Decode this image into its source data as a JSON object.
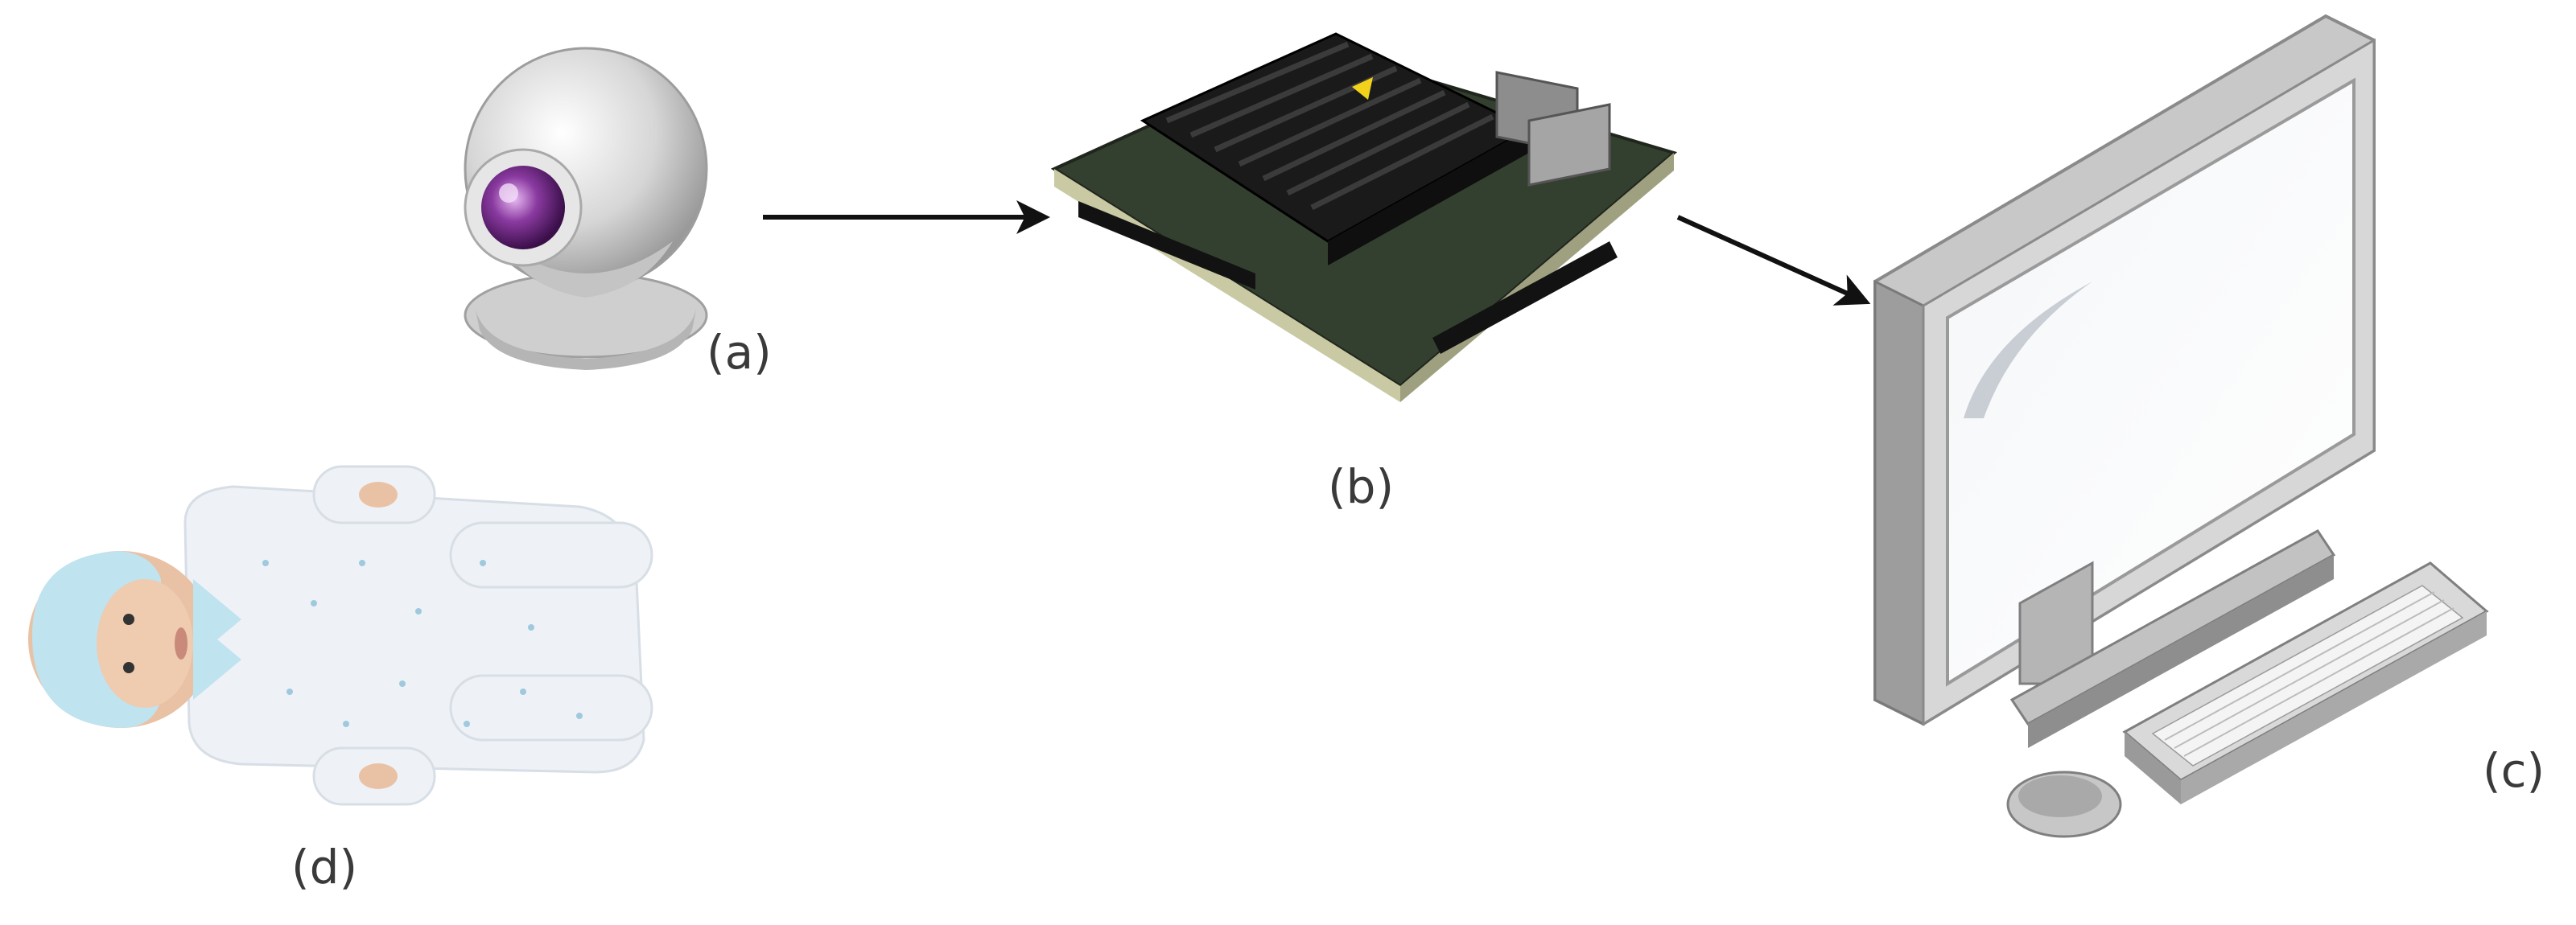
{
  "diagram": {
    "nodes": [
      {
        "id": "webcam",
        "label": "(a)",
        "icon": "webcam-icon"
      },
      {
        "id": "board",
        "label": "(b)",
        "icon": "embedded-board-icon"
      },
      {
        "id": "computer",
        "label": "(c)",
        "icon": "desktop-computer-icon"
      },
      {
        "id": "infant",
        "label": "(d)",
        "icon": "baby-icon"
      }
    ],
    "edges": [
      {
        "from": "webcam",
        "to": "board"
      },
      {
        "from": "board",
        "to": "computer"
      }
    ],
    "colors": {
      "arrow": "#111111",
      "label": "#3a3a3a",
      "monitor": "#c8c8c8",
      "monitor_dark": "#8a8a8a",
      "screen": "#ffffff",
      "board": "#1f1f1f",
      "pcb": "#2e3b2e",
      "camera_body": "#d9d9d9",
      "camera_lens": "#7a2a8c",
      "baby_suit": "#eef2f6",
      "baby_hat": "#bfe3ef",
      "skin": "#e9c2a6"
    }
  }
}
